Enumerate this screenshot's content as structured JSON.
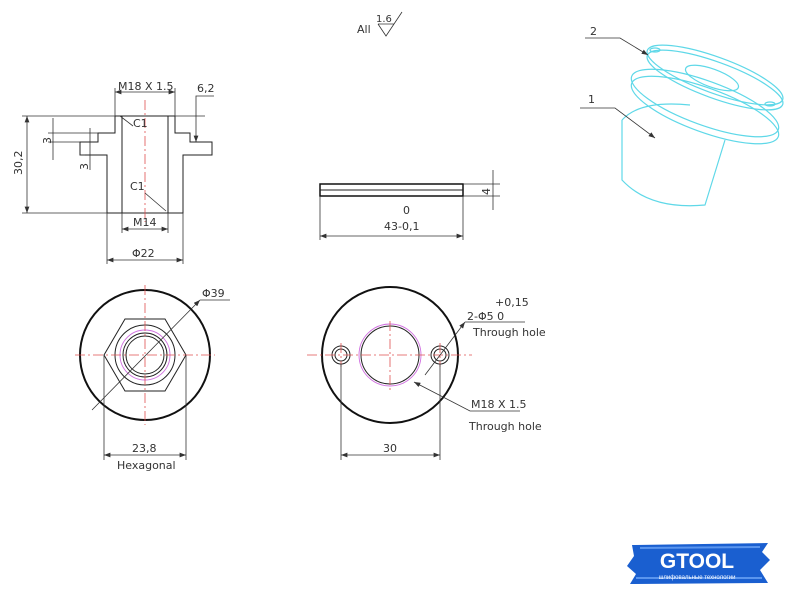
{
  "surface_finish": {
    "label": "All",
    "value": "1.6"
  },
  "section_view": {
    "thread_top": "M18 X 1.5",
    "dim_top_right": "6,2",
    "chamfer_top": "C1",
    "chamfer_bottom": "C1",
    "height": "30,2",
    "step1": "3",
    "step2": "3",
    "thread_bottom": "M14",
    "outer_diameter": "Φ22"
  },
  "plate_side_view": {
    "thickness": "4",
    "tol_upper": "0",
    "width": "43-0,1"
  },
  "nut_front_view": {
    "diameter": "Φ39",
    "hex_width": "23,8",
    "hex_label": "Hexagonal"
  },
  "plate_front_view": {
    "hole_tol": "+0,15",
    "hole_spec": "2-Φ5 0",
    "hole_note": "Through hole",
    "thread_spec": "M18 X 1.5",
    "thread_note": "Through hole",
    "hole_spacing": "30"
  },
  "iso_view": {
    "callout_1": "1",
    "callout_2": "2"
  },
  "logo": {
    "brand": "GTOOL",
    "tagline": "шлифовальные технологии",
    "color": "#1a5fd0"
  }
}
